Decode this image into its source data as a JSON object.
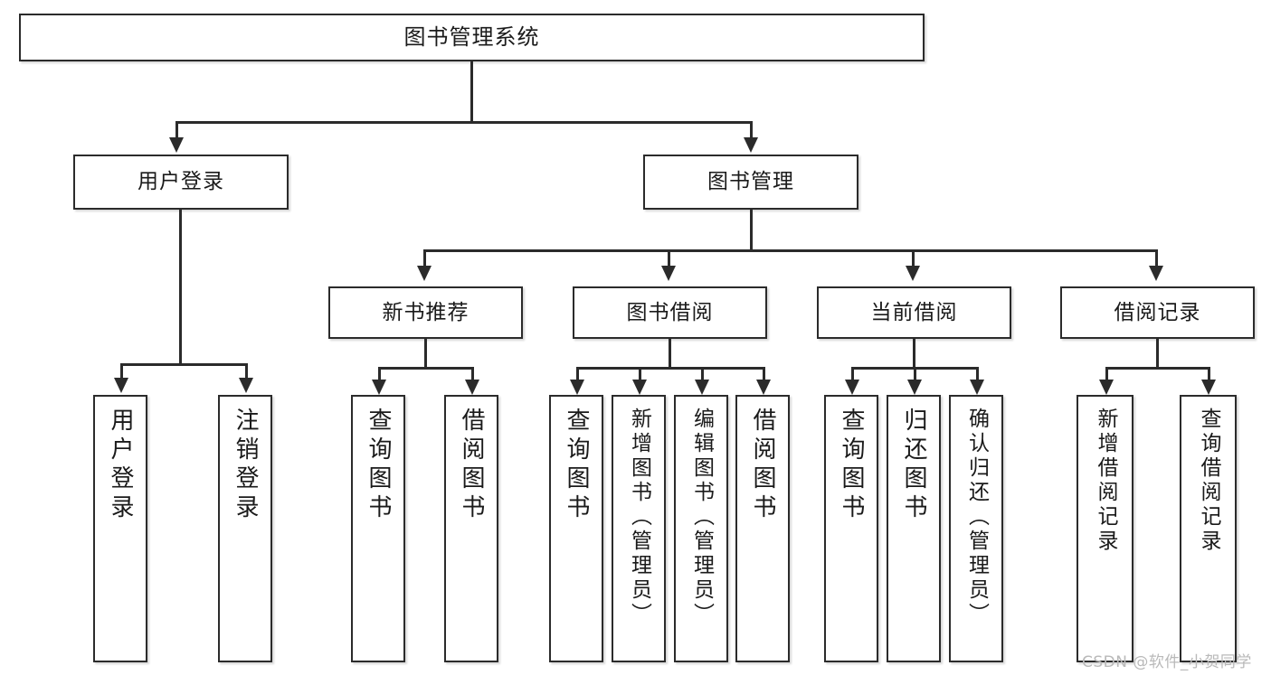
{
  "diagram": {
    "type": "tree-hierarchy",
    "title": "图书管理系统",
    "orientation": "top-down",
    "colors": {
      "border": "#2b2b2b",
      "fill": "#ffffff",
      "text": "#1a1a1a",
      "watermark": "#b9b9b9"
    },
    "levels": {
      "root": {
        "label": "图书管理系统"
      },
      "level2": [
        {
          "label": "用户登录"
        },
        {
          "label": "图书管理"
        }
      ],
      "level3": [
        {
          "label": "新书推荐"
        },
        {
          "label": "图书借阅"
        },
        {
          "label": "当前借阅"
        },
        {
          "label": "借阅记录"
        }
      ],
      "leaves": {
        "user_login": [
          {
            "label": "用户登录"
          },
          {
            "label": "注销登录"
          }
        ],
        "new_book_recommend": [
          {
            "label": "查询图书"
          },
          {
            "label": "借阅图书"
          }
        ],
        "book_borrow": [
          {
            "label": "查询图书"
          },
          {
            "label": "新增图书（管理员）"
          },
          {
            "label": "编辑图书（管理员）"
          },
          {
            "label": "借阅图书"
          }
        ],
        "current_borrow": [
          {
            "label": "查询图书"
          },
          {
            "label": "归还图书"
          },
          {
            "label": "确认归还（管理员）"
          }
        ],
        "borrow_record": [
          {
            "label": "新增借阅记录"
          },
          {
            "label": "查询借阅记录"
          }
        ]
      }
    }
  },
  "watermark": {
    "text": "CSDN @软件_小贺同学"
  }
}
